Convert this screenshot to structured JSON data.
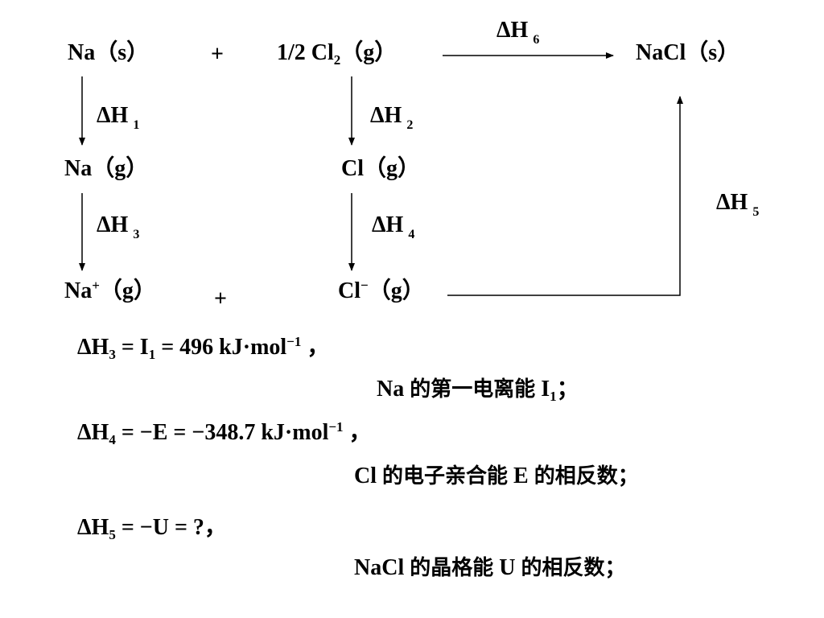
{
  "species": {
    "na_s": "Na（s）",
    "plus1": "+",
    "cl2_coef": "1/2  Cl",
    "cl2_sub": "2",
    "cl2_state": "（g）",
    "nacl_s": "NaCl（s）",
    "na_g": "Na（g）",
    "cl_g": "Cl（g）",
    "na_ion_main": "Na",
    "na_ion_sup": "+",
    "na_ion_state": "（g）",
    "plus2": "+",
    "cl_ion_main": "Cl",
    "cl_ion_sup": "−",
    "cl_ion_state": "（g）"
  },
  "enthalpy_labels": {
    "dh1": {
      "main": "ΔH",
      "sub": "1"
    },
    "dh2": {
      "main": "ΔH",
      "sub": "2"
    },
    "dh3": {
      "main": "ΔH",
      "sub": "3"
    },
    "dh4": {
      "main": "ΔH",
      "sub": "4"
    },
    "dh5": {
      "main": "ΔH",
      "sub": "5"
    },
    "dh6": {
      "main": "ΔH",
      "sub": "6"
    }
  },
  "equations": {
    "eq3": {
      "lhs": "ΔH",
      "lhs_sub": "3",
      "eq1": " =   I",
      "i_sub": "1",
      "rest": " =    496 kJ·mol",
      "exp": "−1",
      "tail": "  ，"
    },
    "eq3_note": {
      "pre": "Na ",
      "cn": "的第一电离能",
      "post": " I",
      "sub": "1",
      "end": "；"
    },
    "eq4": {
      "lhs": "ΔH",
      "lhs_sub": "4",
      "rest": " = −E  =  −348.7 kJ·mol",
      "exp": "−1",
      "tail": "  ，"
    },
    "eq4_note": {
      "pre": "Cl   ",
      "cn1": "的电子亲合能",
      "mid": "  E  ",
      "cn2": "的相反数；"
    },
    "eq5": {
      "lhs": "ΔH",
      "lhs_sub": "5",
      "rest": " = −U  =  ?，"
    },
    "eq5_note": {
      "pre": "NaCl  ",
      "cn1": "的晶格能",
      "mid": "  U ",
      "cn2": "的相反数；"
    }
  }
}
